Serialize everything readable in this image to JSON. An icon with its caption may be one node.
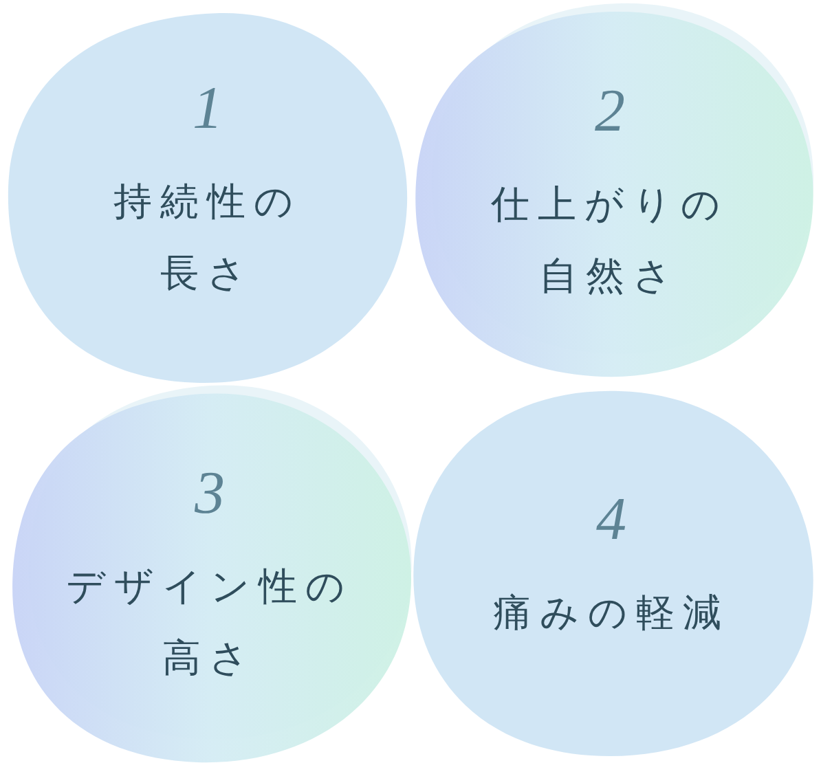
{
  "diagram": {
    "nodes": [
      {
        "text": [
          "1",
          "持続性の長さ"
        ]
      },
      {
        "text": [
          "2",
          "仕上がりの自然さ"
        ]
      },
      {
        "text": [
          "3",
          "デザイン性の高さ"
        ]
      },
      {
        "text": [
          "4",
          "痛みの軽減"
        ]
      }
    ]
  }
}
